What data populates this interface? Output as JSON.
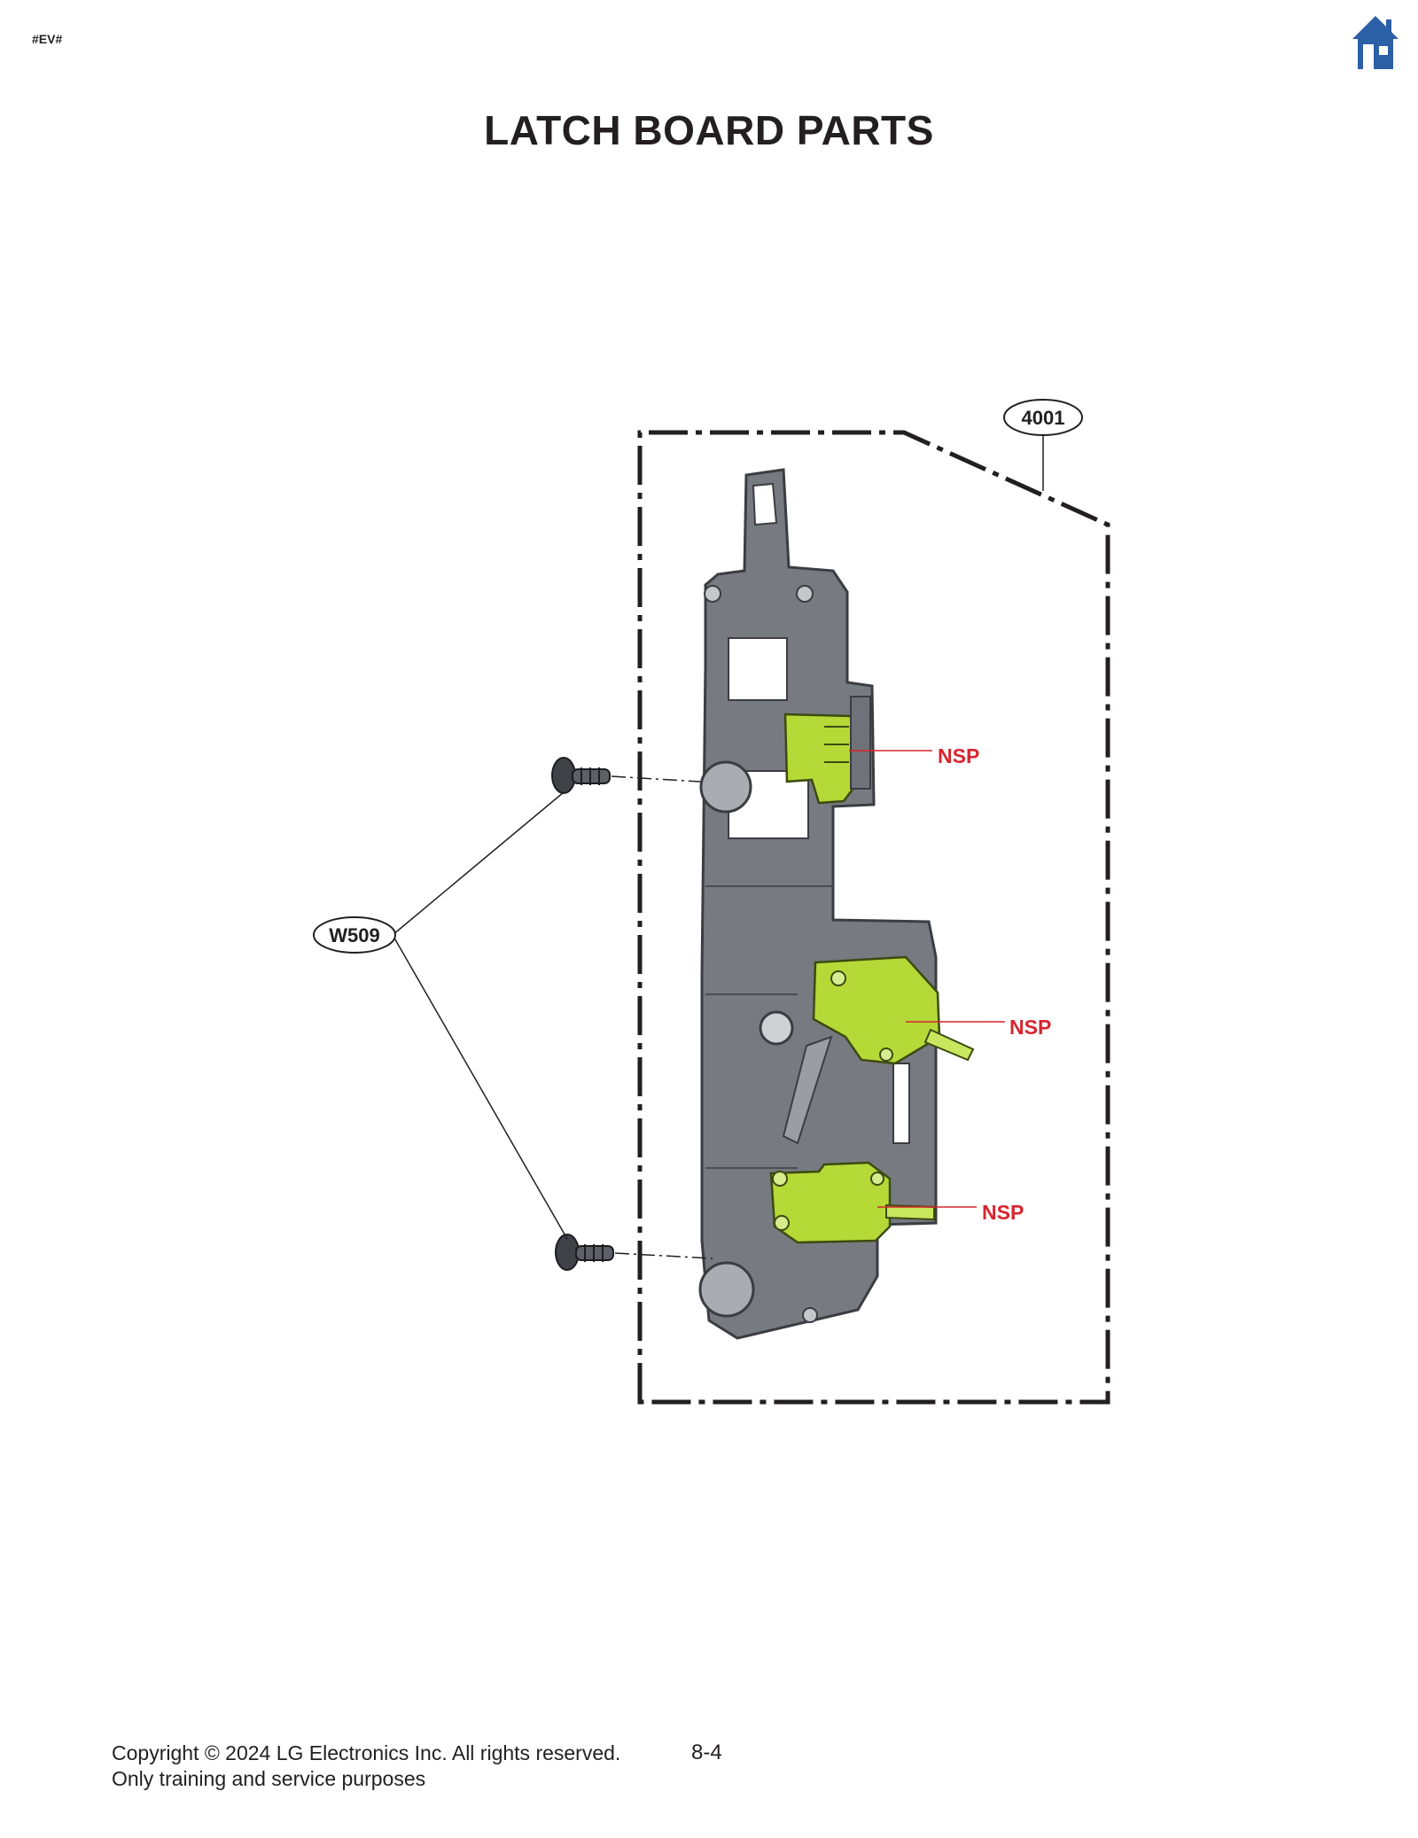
{
  "header": {
    "doc_code": "#EV#",
    "home_icon": "home-icon",
    "home_color": "#2b5fa6"
  },
  "page": {
    "title": "LATCH BOARD PARTS"
  },
  "diagram": {
    "callouts": {
      "assembly": "4001",
      "screw": "W509",
      "switch_top": "NSP",
      "switch_middle": "NSP",
      "switch_bottom": "NSP"
    },
    "colors": {
      "callout_red": "#d7252f",
      "switch_green": "#b5d936",
      "board_gray": "#6f7278"
    }
  },
  "footer": {
    "copyright": "Copyright © 2024 LG Electronics Inc. All rights reserved.",
    "purpose": "Only training and service purposes",
    "page_number": "8-4"
  }
}
